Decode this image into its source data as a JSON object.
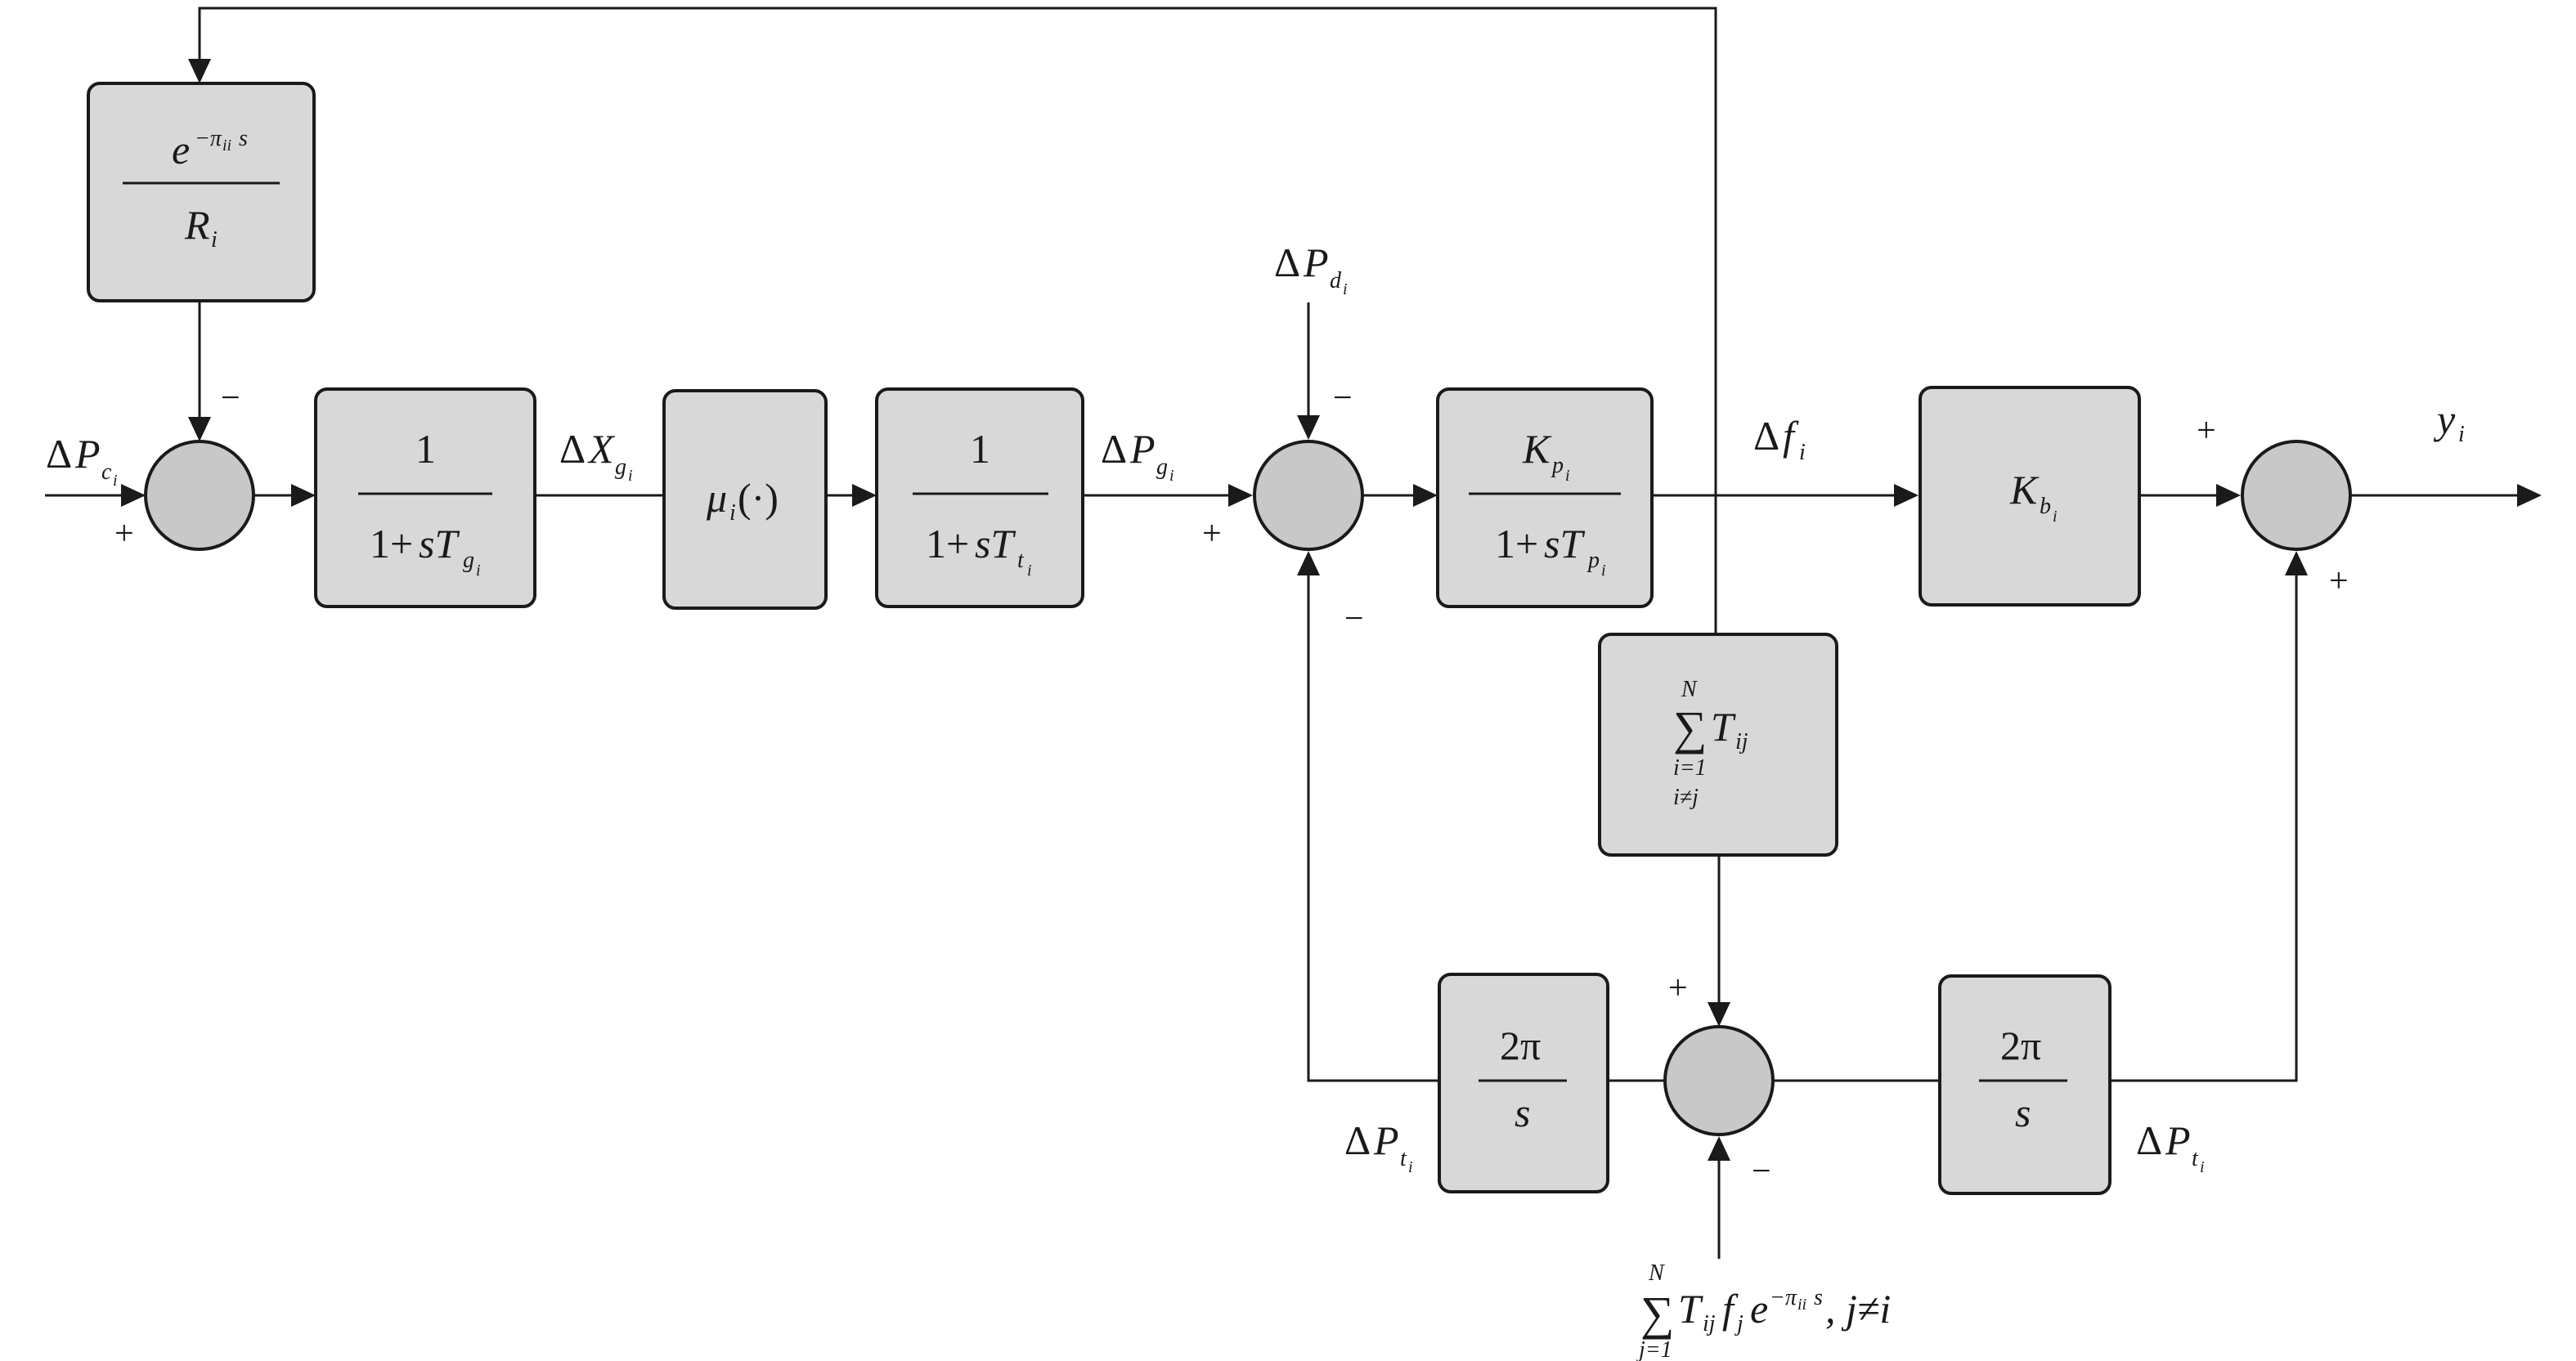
{
  "blocks": {
    "delay_feedback": {
      "num": "e",
      "num_sup": "−π",
      "num_sup2": "ii",
      "num_sup3": "s",
      "den": "R",
      "den_sub": "i"
    },
    "governor": {
      "num": "1",
      "den_a": "1+",
      "den_b": "sT",
      "den_sub": "g",
      "den_subsub": "i"
    },
    "nonlinearity": {
      "main": "μ",
      "sub": "i",
      "arg": "(·)"
    },
    "turbine": {
      "num": "1",
      "den_a": "1+",
      "den_b": "sT",
      "den_sub": "t",
      "den_subsub": "i"
    },
    "power_system": {
      "num": "K",
      "num_sub": "p",
      "num_subsub": "i",
      "den_a": "1+",
      "den_b": "sT",
      "den_sub": "p",
      "den_subsub": "i"
    },
    "bias": {
      "main": "K",
      "sub": "b",
      "subsub": "i"
    },
    "tie_sum": {
      "sigma": "∑",
      "upper": "N",
      "lower1": "i=1",
      "lower2": "i≠j",
      "term": "T",
      "term_sub": "ij"
    },
    "integrator_left": {
      "num": "2π",
      "den": "s"
    },
    "integrator_right": {
      "num": "2π",
      "den": "s"
    }
  },
  "signals": {
    "dPc": {
      "delta": "Δ",
      "main": "P",
      "sub": "c",
      "subsub": "i"
    },
    "dXg": {
      "delta": "Δ",
      "main": "X",
      "sub": "g",
      "subsub": "i"
    },
    "dPg": {
      "delta": "Δ",
      "main": "P",
      "sub": "g",
      "subsub": "i"
    },
    "dPd": {
      "delta": "Δ",
      "main": "P",
      "sub": "d",
      "subsub": "i"
    },
    "df": {
      "delta": "Δ",
      "main": "f",
      "sub": "i"
    },
    "y": {
      "main": "y",
      "sub": "i"
    },
    "dPt_left": {
      "delta": "Δ",
      "main": "P",
      "sub": "t",
      "subsub": "i"
    },
    "dPt_right": {
      "delta": "Δ",
      "main": "P",
      "sub": "t",
      "subsub": "i"
    },
    "external_sum": {
      "sigma": "∑",
      "upper": "N",
      "lower": "j=1",
      "t": "T",
      "t_sub": "ij",
      "f": "f",
      "f_sub": "j",
      "e": "e",
      "e_sup": "−π",
      "e_sup2": "ii",
      "e_sup3": "s",
      "cond": ", j≠i"
    }
  },
  "signs": {
    "s1_top": "−",
    "s1_left": "+",
    "s2_left": "+",
    "s2_top": "−",
    "s2_bottom": "−",
    "s3_top": "+",
    "s3_bottom": "+",
    "s4_top": "+",
    "s4_bottom": "−"
  }
}
